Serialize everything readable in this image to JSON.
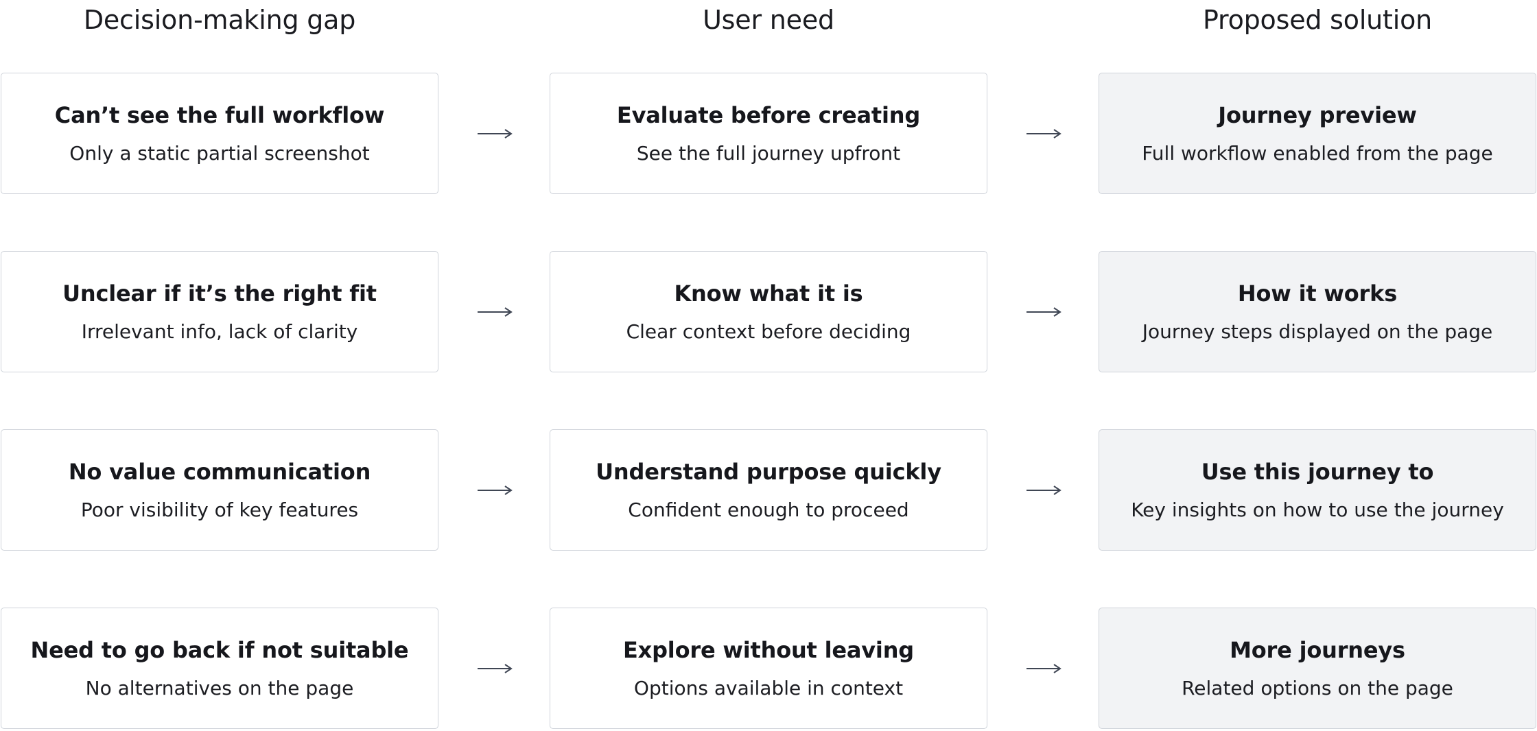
{
  "columns": {
    "gap": "Decision-making gap",
    "need": "User need",
    "solution": "Proposed solution"
  },
  "rows": [
    {
      "gap": {
        "title": "Can’t see the full workflow",
        "subtitle": "Only a static partial screenshot"
      },
      "need": {
        "title": "Evaluate before creating",
        "subtitle": "See the full journey upfront"
      },
      "solution": {
        "title": "Journey preview",
        "subtitle": "Full workflow enabled from the page"
      }
    },
    {
      "gap": {
        "title": "Unclear if it’s the right fit",
        "subtitle": "Irrelevant info, lack of clarity"
      },
      "need": {
        "title": "Know what it is",
        "subtitle": "Clear context before deciding"
      },
      "solution": {
        "title": "How it works",
        "subtitle": "Journey steps displayed on the page"
      }
    },
    {
      "gap": {
        "title": "No value communication",
        "subtitle": "Poor visibility of key features"
      },
      "need": {
        "title": "Understand purpose quickly",
        "subtitle": "Confident enough to proceed"
      },
      "solution": {
        "title": "Use this journey to",
        "subtitle": "Key insights on how to use the journey"
      }
    },
    {
      "gap": {
        "title": "Need to go back if not suitable",
        "subtitle": "No alternatives on the page"
      },
      "need": {
        "title": "Explore without leaving",
        "subtitle": "Options available in context"
      },
      "solution": {
        "title": "More journeys",
        "subtitle": "Related options on the page"
      }
    }
  ],
  "colors": {
    "card_border": "#cfd3da",
    "solution_bg": "#f2f3f5",
    "arrow": "#3f4654",
    "text": "#16171c"
  },
  "icons": {
    "connector": "arrow-right-icon"
  }
}
